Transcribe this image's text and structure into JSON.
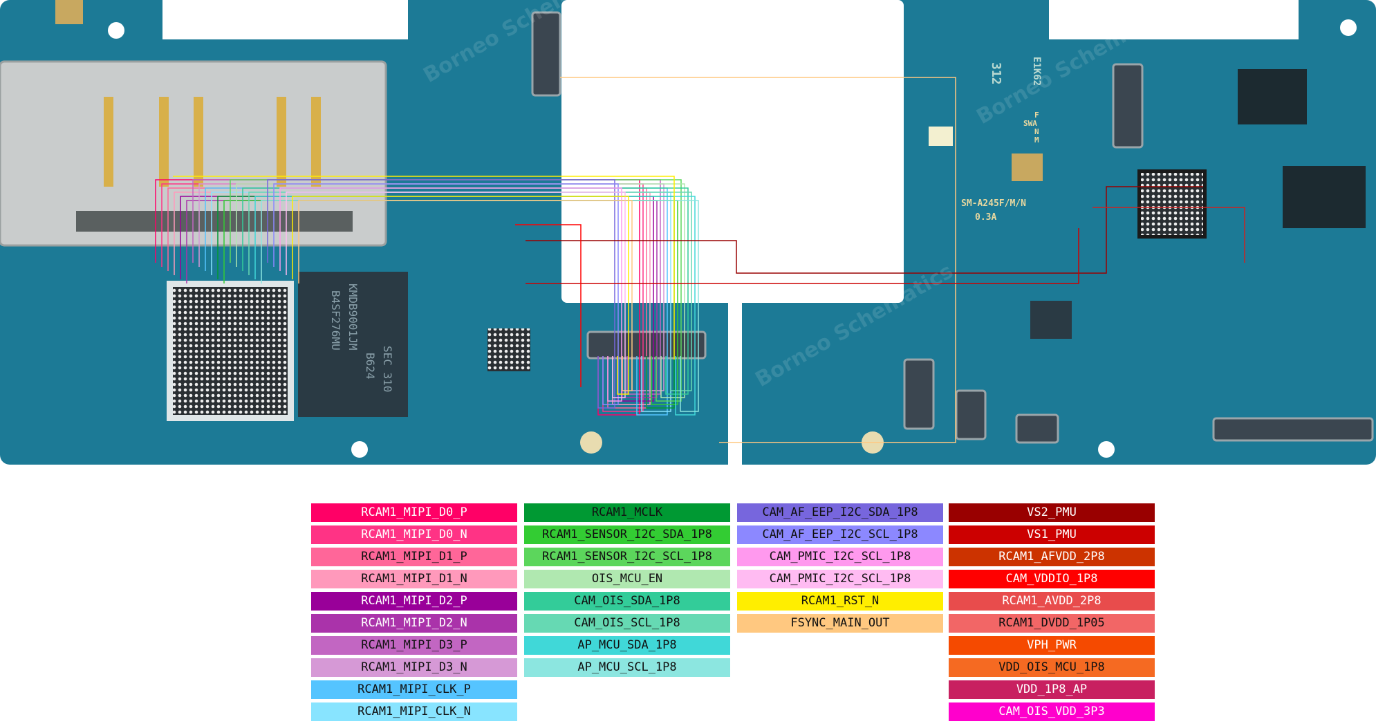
{
  "board": {
    "colors": {
      "pcb": "#1c7a96",
      "pcb_dark": "#155f78",
      "cutout": "#ffffff",
      "sim_tray": "#c9cccc",
      "chip": "#2a3a44"
    },
    "markings": {
      "model": "SM-A245F/M/N",
      "rev": "0.3A",
      "code1": "312",
      "code2": "E1K62",
      "swa_f": "F",
      "swa": "SWA",
      "swa_n": "N",
      "swa_m": "M",
      "memory_chip_1": "SEC 310",
      "memory_chip_2": "B624",
      "memory_chip_3": "KMDB9001JM",
      "memory_chip_4": "B4SF276MU",
      "watermark": "Borneo Schematics"
    }
  },
  "legend": {
    "columns": [
      [
        {
          "label": "RCAM1_MIPI_D0_P",
          "color": "#ff0066",
          "text": "light"
        },
        {
          "label": "RCAM1_MIPI_D0_N",
          "color": "#ff3385",
          "text": "light"
        },
        {
          "label": "RCAM1_MIPI_D1_P",
          "color": "#ff6699",
          "text": "dark"
        },
        {
          "label": "RCAM1_MIPI_D1_N",
          "color": "#ff99bb",
          "text": "dark"
        },
        {
          "label": "RCAM1_MIPI_D2_P",
          "color": "#990099",
          "text": "light"
        },
        {
          "label": "RCAM1_MIPI_D2_N",
          "color": "#aa33aa",
          "text": "light"
        },
        {
          "label": "RCAM1_MIPI_D3_P",
          "color": "#c266c2",
          "text": "dark"
        },
        {
          "label": "RCAM1_MIPI_D3_N",
          "color": "#d699d6",
          "text": "dark"
        },
        {
          "label": "RCAM1_MIPI_CLK_P",
          "color": "#55c4ff",
          "text": "dark"
        },
        {
          "label": "RCAM1_MIPI_CLK_N",
          "color": "#88e4ff",
          "text": "dark"
        }
      ],
      [
        {
          "label": "RCAM1_MCLK",
          "color": "#009933",
          "text": "dark"
        },
        {
          "label": "RCAM1_SENSOR_I2C_SDA_1P8",
          "color": "#33cc33",
          "text": "dark"
        },
        {
          "label": "RCAM1_SENSOR_I2C_SCL_1P8",
          "color": "#5cd65c",
          "text": "dark"
        },
        {
          "label": "OIS_MCU_EN",
          "color": "#b0e8b0",
          "text": "dark"
        },
        {
          "label": "CAM_OIS_SDA_1P8",
          "color": "#33cc99",
          "text": "dark"
        },
        {
          "label": "CAM_OIS_SCL_1P8",
          "color": "#66d9b3",
          "text": "dark"
        },
        {
          "label": "AP_MCU_SDA_1P8",
          "color": "#40d8d8",
          "text": "dark"
        },
        {
          "label": "AP_MCU_SCL_1P8",
          "color": "#8ce6e0",
          "text": "dark"
        }
      ],
      [
        {
          "label": "CAM_AF_EEP_I2C_SDA_1P8",
          "color": "#7766dd",
          "text": "dark"
        },
        {
          "label": "CAM_AF_EEP_I2C_SCL_1P8",
          "color": "#8c88ff",
          "text": "dark"
        },
        {
          "label": "CAM_PMIC_I2C_SCL_1P8",
          "color": "#ff99ee",
          "text": "dark"
        },
        {
          "label": "CAM_PMIC_I2C_SCL_1P8",
          "color": "#ffbbf2",
          "text": "dark"
        },
        {
          "label": "RCAM1_RST_N",
          "color": "#ffee00",
          "text": "dark"
        },
        {
          "label": "FSYNC_MAIN_OUT",
          "color": "#ffc880",
          "text": "dark"
        }
      ],
      [
        {
          "label": "VS2_PMU",
          "color": "#990000",
          "text": "light"
        },
        {
          "label": "VS1_PMU",
          "color": "#cc0000",
          "text": "light"
        },
        {
          "label": "RCAM1_AFVDD_2P8",
          "color": "#cc3300",
          "text": "light"
        },
        {
          "label": "CAM_VDDIO_1P8",
          "color": "#ff0000",
          "text": "light"
        },
        {
          "label": "RCAM1_AVDD_2P8",
          "color": "#e84c4c",
          "text": "light"
        },
        {
          "label": "RCAM1_DVDD_1P05",
          "color": "#f26666",
          "text": "dark"
        },
        {
          "label": "VPH_PWR",
          "color": "#f54a00",
          "text": "light"
        },
        {
          "label": "VDD_OIS_MCU_1P8",
          "color": "#f56a22",
          "text": "dark"
        },
        {
          "label": "VDD_1P8_AP",
          "color": "#c82060",
          "text": "light"
        },
        {
          "label": "CAM_OIS_VDD_3P3",
          "color": "#ff00cc",
          "text": "light"
        }
      ]
    ]
  }
}
